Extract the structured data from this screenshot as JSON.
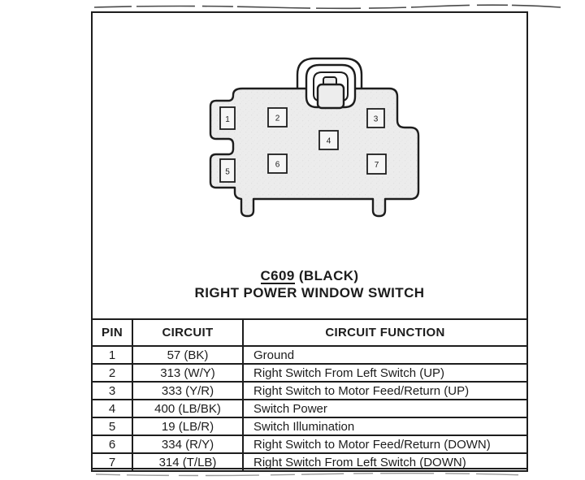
{
  "figure": {
    "title": {
      "code": "C609",
      "suffix": "(BLACK)",
      "line2": "RIGHT POWER WINDOW SWITCH"
    },
    "connector": {
      "pins": [
        "1",
        "2",
        "3",
        "4",
        "5",
        "6",
        "7"
      ]
    }
  },
  "table": {
    "headers": [
      "PIN",
      "CIRCUIT",
      "CIRCUIT FUNCTION"
    ],
    "rows": [
      [
        "1",
        "57 (BK)",
        "Ground"
      ],
      [
        "2",
        "313 (W/Y)",
        "Right Switch From Left Switch (UP)"
      ],
      [
        "3",
        "333 (Y/R)",
        "Right Switch to Motor Feed/Return (UP)"
      ],
      [
        "4",
        "400 (LB/BK)",
        "Switch Power"
      ],
      [
        "5",
        "19 (LB/R)",
        "Switch Illumination"
      ],
      [
        "6",
        "334 (R/Y)",
        "Right Switch to Motor Feed/Return (DOWN)"
      ],
      [
        "7",
        "314 (T/LB)",
        "Right Switch From Left Switch (DOWN)"
      ]
    ]
  },
  "colors": {
    "ink": "#1d1d1d",
    "connector_fill": "#ececec",
    "pin_fill": "#f6f6f6",
    "paper": "#ffffff"
  }
}
